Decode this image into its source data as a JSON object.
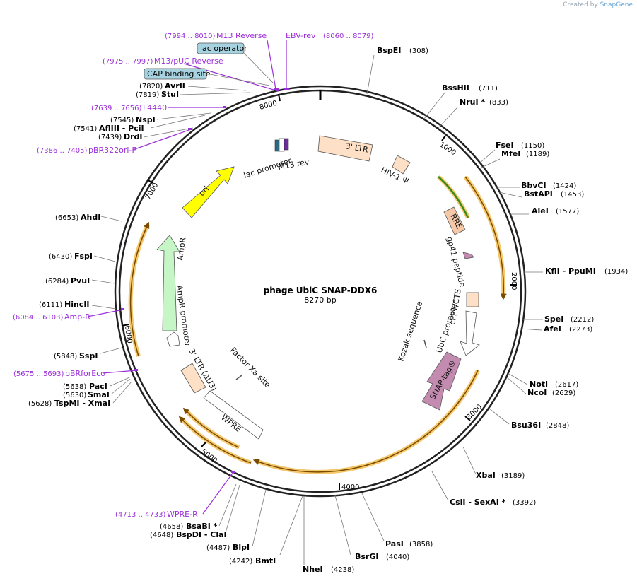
{
  "credit": {
    "prefix": "Created by",
    "brand": "SnapGene"
  },
  "plasmid": {
    "name": "phage UbiC SNAP-DDX6",
    "size_label": "8270 bp",
    "length": 8270
  },
  "ticks": [
    "1000",
    "2000",
    "3000",
    "4000",
    "5000",
    "6000",
    "7000",
    "8000"
  ],
  "enzymes": [
    {
      "name": "BspEI",
      "pos": "(308)"
    },
    {
      "name": "BssHII",
      "pos": "(711)"
    },
    {
      "name": "NruI *",
      "pos": "(833)"
    },
    {
      "name": "FseI",
      "pos": "(1150)"
    },
    {
      "name": "MfeI",
      "pos": "(1189)"
    },
    {
      "name": "BbvCI",
      "pos": "(1424)"
    },
    {
      "name": "BstAPI",
      "pos": "(1453)"
    },
    {
      "name": "AleI",
      "pos": "(1577)"
    },
    {
      "name": "KflI - PpuMI",
      "pos": "(1934)"
    },
    {
      "name": "SpeI",
      "pos": "(2212)"
    },
    {
      "name": "AfeI",
      "pos": "(2273)"
    },
    {
      "name": "NotI",
      "pos": "(2617)"
    },
    {
      "name": "NcoI",
      "pos": "(2629)"
    },
    {
      "name": "Bsu36I",
      "pos": "(2848)"
    },
    {
      "name": "XbaI",
      "pos": "(3189)"
    },
    {
      "name": "CsiI - SexAI *",
      "pos": "(3392)"
    },
    {
      "name": "PasI",
      "pos": "(3858)"
    },
    {
      "name": "BsrGI",
      "pos": "(4040)"
    },
    {
      "name": "NheI",
      "pos": "(4238)"
    },
    {
      "name": "BmtI",
      "pos": "(4242)"
    },
    {
      "name": "BlpI",
      "pos": "(4487)"
    },
    {
      "name": "BspDI - ClaI",
      "pos": "(4648)"
    },
    {
      "name": "BsaBI *",
      "pos": "(4658)"
    },
    {
      "name": "TspMI - XmaI",
      "pos": "(5628)"
    },
    {
      "name": "SmaI",
      "pos": "(5630)"
    },
    {
      "name": "PacI",
      "pos": "(5638)"
    },
    {
      "name": "SspI",
      "pos": "(5848)"
    },
    {
      "name": "HincII",
      "pos": "(6111)"
    },
    {
      "name": "PvuI",
      "pos": "(6284)"
    },
    {
      "name": "FspI",
      "pos": "(6430)"
    },
    {
      "name": "AhdI",
      "pos": "(6653)"
    },
    {
      "name": "DrdI",
      "pos": "(7439)"
    },
    {
      "name": "AflIII - PciI",
      "pos": "(7541)"
    },
    {
      "name": "NspI",
      "pos": "(7545)"
    },
    {
      "name": "StuI",
      "pos": "(7819)"
    },
    {
      "name": "AvrII",
      "pos": "(7820)"
    }
  ],
  "primers": [
    {
      "name": "M13 Reverse",
      "range": "(7994 .. 8010)"
    },
    {
      "name": "EBV-rev",
      "range": "(8060 .. 8079)"
    },
    {
      "name": "M13/pUC Reverse",
      "range": "(7975 .. 7997)"
    },
    {
      "name": "L4440",
      "range": "(7639 .. 7656)"
    },
    {
      "name": "pBR322ori-F",
      "range": "(7386 .. 7405)"
    },
    {
      "name": "Amp-R",
      "range": "(6084 .. 6103)"
    },
    {
      "name": "pBRforEco",
      "range": "(5675 .. 5693)"
    },
    {
      "name": "WPRE-R",
      "range": "(4713 .. 4733)"
    }
  ],
  "boxes": [
    {
      "name": "lac operator"
    },
    {
      "name": "CAP binding site"
    }
  ],
  "features": [
    {
      "name": "3' LTR"
    },
    {
      "name": "HIV-1 Ψ"
    },
    {
      "name": "RRE"
    },
    {
      "name": "gp41 peptide"
    },
    {
      "name": "cPPT/CTS"
    },
    {
      "name": "UbC promoter"
    },
    {
      "name": "Kozak sequence"
    },
    {
      "name": "SNAP-tag®"
    },
    {
      "name": "Factor Xa site"
    },
    {
      "name": "WPRE"
    },
    {
      "name": "3' LTR (ΔU3)"
    },
    {
      "name": "AmpR promoter"
    },
    {
      "name": "AmpR"
    },
    {
      "name": "ori"
    },
    {
      "name": "lac promoter"
    },
    {
      "name": "M13 rev"
    }
  ],
  "colors": {
    "backbone": "#222222",
    "primer": "#9b30d9",
    "orf_highlight": "#f5c76b",
    "ltr": "#fde0c5",
    "rre": "#f5c9a8",
    "snap": "#c48bb0",
    "ampr": "#c6f5c6",
    "ori": "#ffff00",
    "boxfill": "#a7d3e0"
  }
}
